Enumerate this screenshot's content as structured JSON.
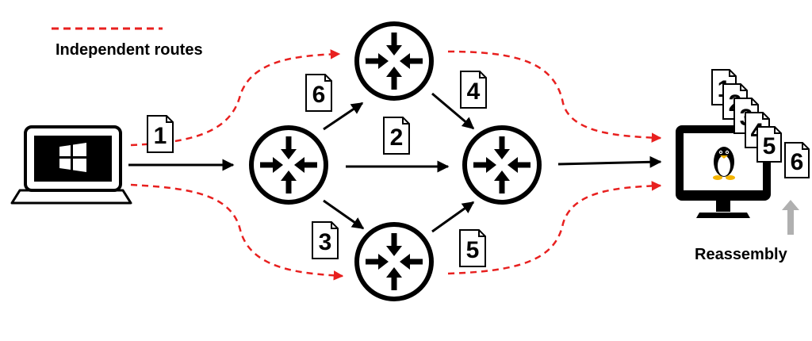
{
  "legend": {
    "label": "Independent routes",
    "line_color": "#e8201f"
  },
  "packets": {
    "p1": "1",
    "p2": "2",
    "p3": "3",
    "p4": "4",
    "p5": "5",
    "p6": "6"
  },
  "stack": {
    "s1": "1",
    "s2": "2",
    "s3": "3",
    "s4": "4",
    "s5": "5",
    "s6": "6"
  },
  "reassembly": {
    "label": "Reassembly",
    "arrow_color": "#b0b0b0"
  },
  "icons": {
    "sender": "laptop-windows-icon",
    "receiver": "desktop-linux-icon",
    "router": "router-icon"
  }
}
